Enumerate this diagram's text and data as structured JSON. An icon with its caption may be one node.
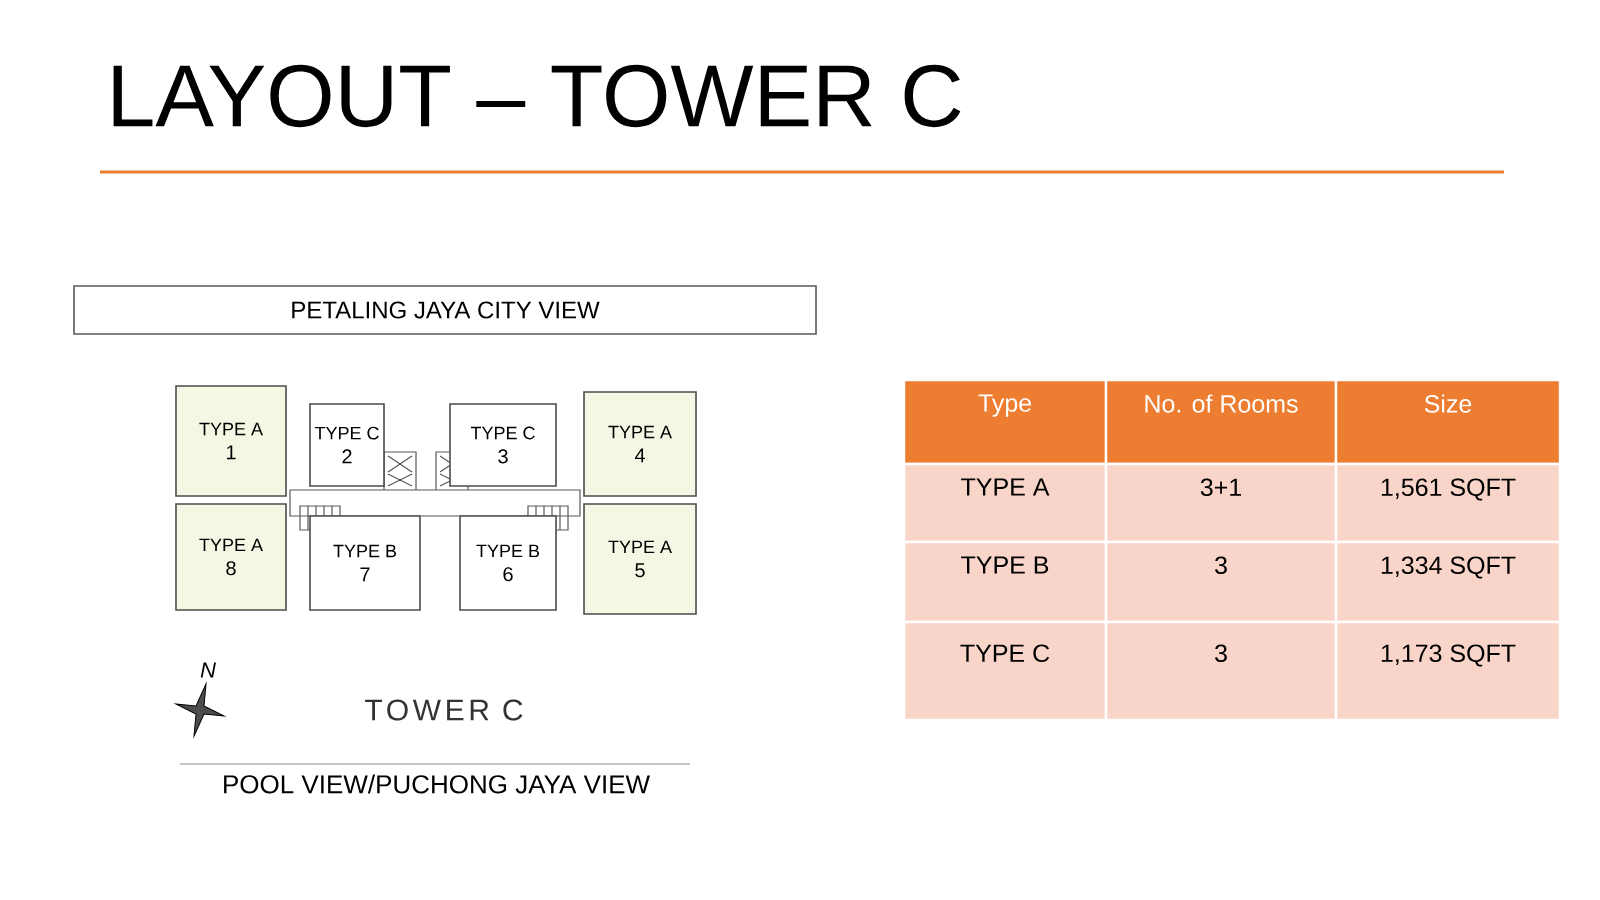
{
  "diagram": {
    "title": "LAYOUT – TOWER C",
    "nodes": [
      {
        "text": [
          "PETALING JAYA CITY VIEW"
        ]
      },
      {
        "text": [
          "TYPE A",
          "1"
        ]
      },
      {
        "text": [
          "TYPE C",
          "2"
        ]
      },
      {
        "text": [
          "TYPE C",
          "3"
        ]
      },
      {
        "text": [
          "TYPE A",
          "4"
        ]
      },
      {
        "text": [
          "TYPE A",
          "8"
        ]
      },
      {
        "text": [
          "TYPE B",
          "7"
        ]
      },
      {
        "text": [
          "TYPE B",
          "6"
        ]
      },
      {
        "text": [
          "TYPE A",
          "5"
        ]
      }
    ],
    "labels": [
      "N",
      "TOWER C",
      "POOL VIEW/PUCHONG JAYA VIEW",
      "Type",
      "No. of Rooms",
      "Size",
      "TYPE A",
      "3+1",
      "1,561 SQFT",
      "TYPE B",
      "3",
      "1,334 SQFT",
      "TYPE C",
      "3",
      "1,173 SQFT"
    ]
  }
}
